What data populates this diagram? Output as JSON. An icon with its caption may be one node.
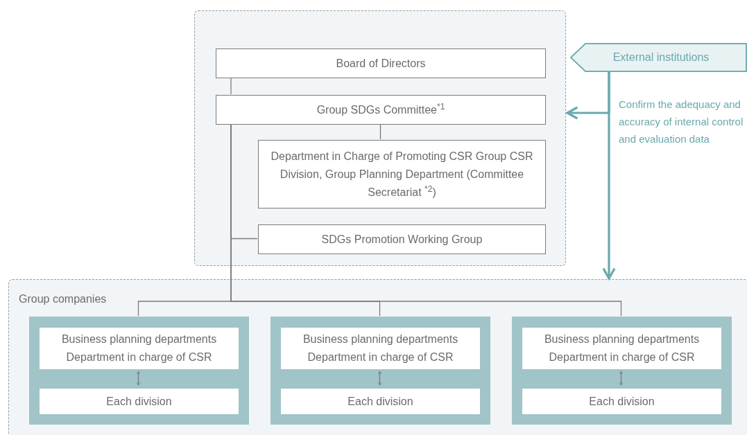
{
  "diagram": {
    "nodes": [
      {
        "text": [],
        "shape": "box"
      },
      {
        "text": [
          "Board of Directors"
        ],
        "in": 0
      },
      {
        "text": [
          "Group SDGs Committee$^{*1}$"
        ],
        "in": 0
      },
      {
        "text": [
          "Department in Charge of Promoting CSR Group CSR Division, Group Planning Department (Committee Secretariat $^{*2}$)"
        ],
        "in": 0
      },
      {
        "text": [
          "SDGs Promotion Working Group"
        ],
        "in": 0
      },
      {
        "text": [
          "External institutions"
        ]
      },
      {
        "text": [
          "Group companies"
        ]
      },
      {
        "text": [],
        "shape": "box",
        "in": 6
      },
      {
        "text": [
          "Business planning departments Department in charge of CSR"
        ],
        "in": 7
      },
      {
        "text": [
          "Each division"
        ],
        "in": 7
      },
      {
        "text": [],
        "shape": "box",
        "in": 6
      },
      {
        "text": [
          "Business planning departments Department in charge of CSR"
        ],
        "in": 10
      },
      {
        "text": [
          "Each division"
        ],
        "in": 10
      },
      {
        "text": [],
        "shape": "box",
        "in": 6
      },
      {
        "text": [
          "Business planning departments Department in charge of CSR"
        ],
        "in": 13
      },
      {
        "text": [
          "Each division"
        ],
        "in": 13
      }
    ],
    "edges": [
      {
        "from": 1,
        "to": 2,
        "arrow": "none"
      },
      {
        "from": 2,
        "to": 3,
        "arrow": "none"
      },
      {
        "from": 2,
        "to": 4,
        "arrow": "none"
      },
      {
        "from": 2,
        "to": 7,
        "arrow": "none"
      },
      {
        "from": 2,
        "to": 10,
        "arrow": "none"
      },
      {
        "from": 2,
        "to": 13,
        "arrow": "none"
      },
      {
        "from": 5,
        "to": 0,
        "arrow": "to",
        "label": "Confirm the adequacy and accuracy of internal control and evaluation data",
        "style": "thick",
        "color": "#6aa9ad"
      },
      {
        "from": 5,
        "to": 6,
        "arrow": "to",
        "style": "thick",
        "color": "#6aa9ad"
      },
      {
        "from": 8,
        "to": 9,
        "arrow": "both"
      },
      {
        "from": 11,
        "to": 12,
        "arrow": "both"
      },
      {
        "from": 14,
        "to": 15,
        "arrow": "both"
      }
    ]
  }
}
